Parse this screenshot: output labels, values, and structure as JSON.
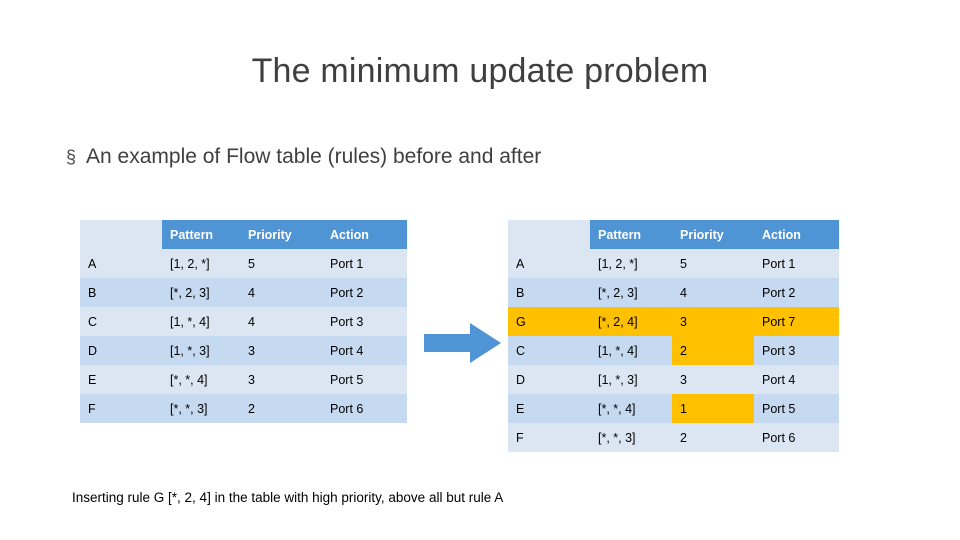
{
  "slide": {
    "title": "The minimum update problem",
    "bullet_marker": "§",
    "bullet_text": "An example of Flow table (rules) before and after",
    "caption": "Inserting rule G [*, 2, 4]  in the table with high priority, above all but rule A"
  },
  "colors": {
    "header_blue": "#4f94d4",
    "row_light": "#dce6f2",
    "row_medium": "#c5d9f0",
    "highlight_yellow": "#ffc000",
    "arrow_blue": "#4f94d4",
    "title_gray": "#3f3f3f"
  },
  "table_before": {
    "headers": [
      "",
      "Pattern",
      "Priority",
      "Action"
    ],
    "rows": [
      {
        "name": "A",
        "pattern": "[1, 2, *]",
        "priority": "5",
        "action": "Port 1",
        "highlight": false
      },
      {
        "name": "B",
        "pattern": "[*, 2, 3]",
        "priority": "4",
        "action": "Port 2",
        "highlight": false
      },
      {
        "name": "C",
        "pattern": "[1, *, 4]",
        "priority": "4",
        "action": "Port 3",
        "highlight": false
      },
      {
        "name": "D",
        "pattern": "[1, *, 3]",
        "priority": "3",
        "action": "Port 4",
        "highlight": false
      },
      {
        "name": "E",
        "pattern": "[*, *, 4]",
        "priority": "3",
        "action": "Port 5",
        "highlight": false
      },
      {
        "name": "F",
        "pattern": "[*, *, 3]",
        "priority": "2",
        "action": "Port 6",
        "highlight": false
      }
    ]
  },
  "table_after": {
    "headers": [
      "",
      "Pattern",
      "Priority",
      "Action"
    ],
    "rows": [
      {
        "name": "A",
        "pattern": "[1, 2, *]",
        "priority": "5",
        "action": "Port 1",
        "highlight": false,
        "priority_highlight": false
      },
      {
        "name": "B",
        "pattern": "[*, 2, 3]",
        "priority": "4",
        "action": "Port 2",
        "highlight": false,
        "priority_highlight": false
      },
      {
        "name": "G",
        "pattern": "[*, 2, 4]",
        "priority": "3",
        "action": "Port 7",
        "highlight": true,
        "priority_highlight": false
      },
      {
        "name": "C",
        "pattern": "[1, *, 4]",
        "priority": "2",
        "action": "Port 3",
        "highlight": false,
        "priority_highlight": true
      },
      {
        "name": "D",
        "pattern": "[1, *, 3]",
        "priority": "3",
        "action": "Port 4",
        "highlight": false,
        "priority_highlight": false
      },
      {
        "name": "E",
        "pattern": "[*, *,  4]",
        "priority": "1",
        "action": "Port 5",
        "highlight": false,
        "priority_highlight": true
      },
      {
        "name": "F",
        "pattern": "[*, *, 3]",
        "priority": "2",
        "action": "Port 6",
        "highlight": false,
        "priority_highlight": false
      }
    ]
  },
  "arrow": {
    "label": "flow-arrow-right"
  }
}
